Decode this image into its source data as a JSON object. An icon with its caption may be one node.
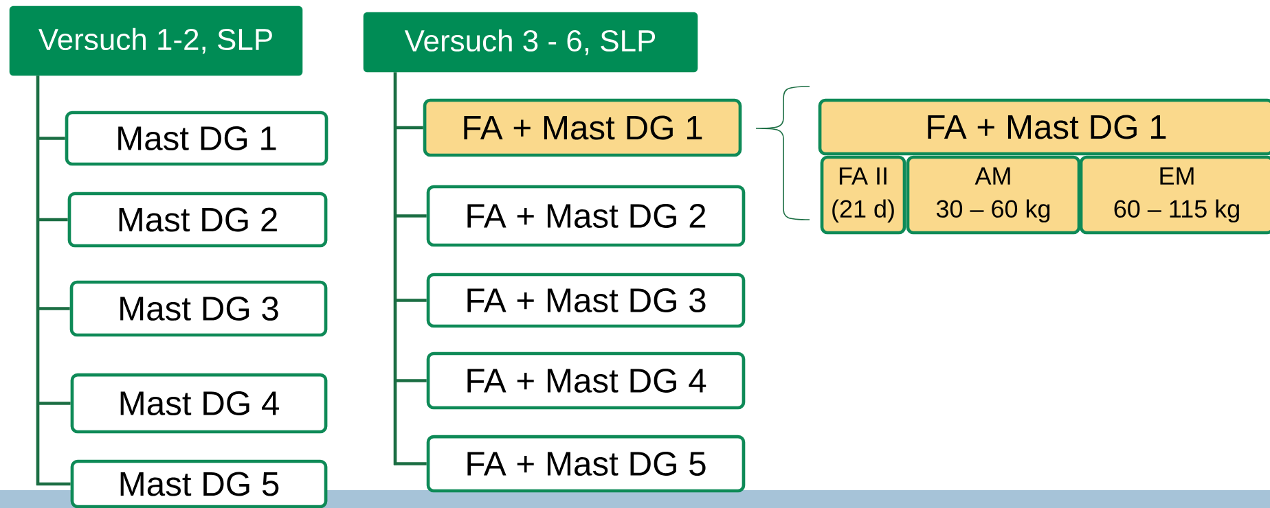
{
  "diagram": {
    "nodes": [
      {
        "text": [
          "Versuch 1-2, SLP"
        ]
      },
      {
        "text": [
          "Mast DG 1"
        ]
      },
      {
        "text": [
          "Mast DG 2"
        ]
      },
      {
        "text": [
          "Mast DG 3"
        ]
      },
      {
        "text": [
          "Mast DG 4"
        ]
      },
      {
        "text": [
          "Mast DG 5"
        ]
      },
      {
        "text": [
          "Versuch 3 - 6, SLP"
        ]
      },
      {
        "text": [
          "FA + Mast DG 1"
        ]
      },
      {
        "text": [
          "FA + Mast DG 2"
        ]
      },
      {
        "text": [
          "FA + Mast DG 3"
        ]
      },
      {
        "text": [
          "FA + Mast DG 4"
        ]
      },
      {
        "text": [
          "FA + Mast DG 5"
        ]
      },
      {
        "text": [
          "FA + Mast DG 1"
        ]
      },
      {
        "text": [
          "FA II",
          "(21 d)"
        ]
      },
      {
        "text": [
          "AM",
          "30 – 60 kg"
        ]
      },
      {
        "text": [
          "EM",
          "60 – 115 kg"
        ]
      }
    ],
    "edges": [
      {
        "from": 0,
        "to": 1,
        "arrow": "none"
      },
      {
        "from": 0,
        "to": 2,
        "arrow": "none"
      },
      {
        "from": 0,
        "to": 3,
        "arrow": "none"
      },
      {
        "from": 0,
        "to": 4,
        "arrow": "none"
      },
      {
        "from": 0,
        "to": 5,
        "arrow": "none"
      },
      {
        "from": 6,
        "to": 7,
        "arrow": "none"
      },
      {
        "from": 6,
        "to": 8,
        "arrow": "none"
      },
      {
        "from": 6,
        "to": 9,
        "arrow": "none"
      },
      {
        "from": 6,
        "to": 10,
        "arrow": "none"
      },
      {
        "from": 6,
        "to": 11,
        "arrow": "none"
      }
    ]
  }
}
